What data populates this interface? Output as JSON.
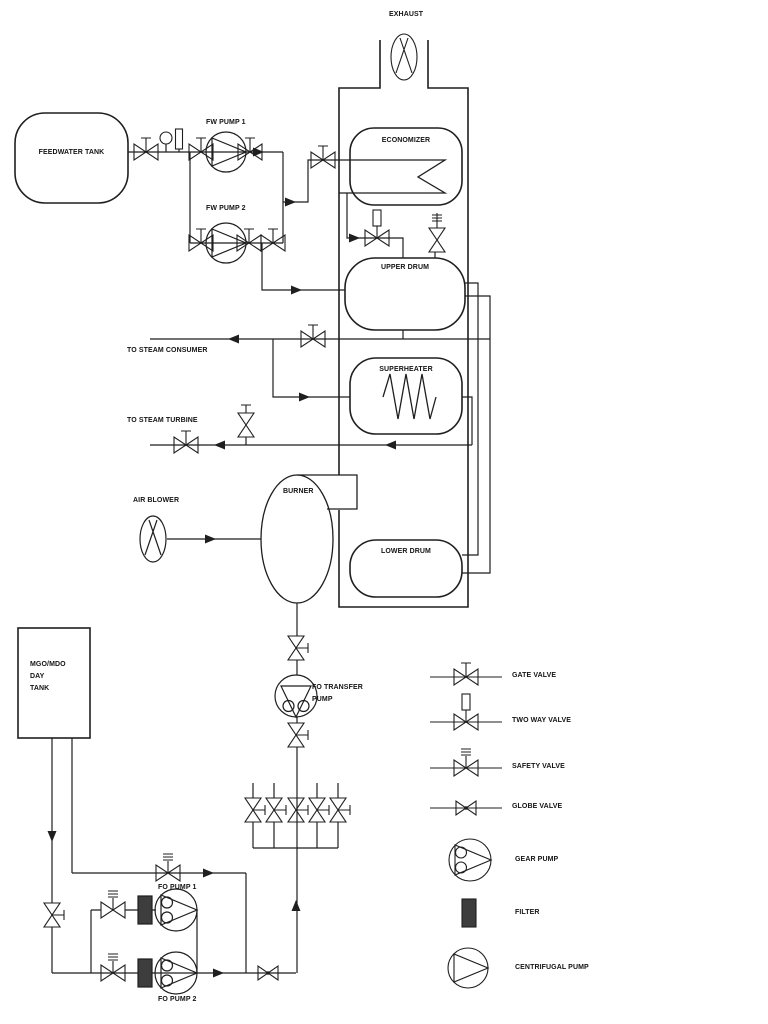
{
  "diagram": {
    "labels": {
      "exhaust": "EXHAUST",
      "feedwater_tank": "FEEDWATER TANK",
      "fw_pump_1": "FW PUMP 1",
      "fw_pump_2": "FW PUMP 2",
      "economizer": "ECONOMIZER",
      "upper_drum": "UPPER DRUM",
      "to_steam_consumer": "TO STEAM CONSUMER",
      "to_steam_turbine": "TO STEAM TURBINE",
      "superheater": "SUPERHEATER",
      "air_blower": "AIR BLOWER",
      "burner": "BURNER",
      "lower_drum": "LOWER DRUM",
      "day_tank_line1": "MGO/MDO",
      "day_tank_line2": "DAY",
      "day_tank_line3": "TANK",
      "fo_transfer_line1": "FO TRANSFER",
      "fo_transfer_line2": "PUMP",
      "fo_pump_1": "FO PUMP 1",
      "fo_pump_2": "FO PUMP 2"
    },
    "legend": {
      "items": [
        {
          "symbol": "gate-valve-icon",
          "label": "GATE VALVE"
        },
        {
          "symbol": "two-way-valve-icon",
          "label": "TWO WAY VALVE"
        },
        {
          "symbol": "safety-valve-icon",
          "label": "SAFETY VALVE"
        },
        {
          "symbol": "globe-valve-icon",
          "label": "GLOBE VALVE"
        },
        {
          "symbol": "gear-pump-icon",
          "label": "GEAR PUMP"
        },
        {
          "symbol": "filter-icon",
          "label": "FILTER"
        },
        {
          "symbol": "centrifugal-pump-icon",
          "label": "CENTRIFUGAL PUMP"
        }
      ]
    },
    "colors": {
      "line": "#1f1f1f",
      "background": "#ffffff",
      "filter_fill": "#3d3d3d"
    }
  }
}
